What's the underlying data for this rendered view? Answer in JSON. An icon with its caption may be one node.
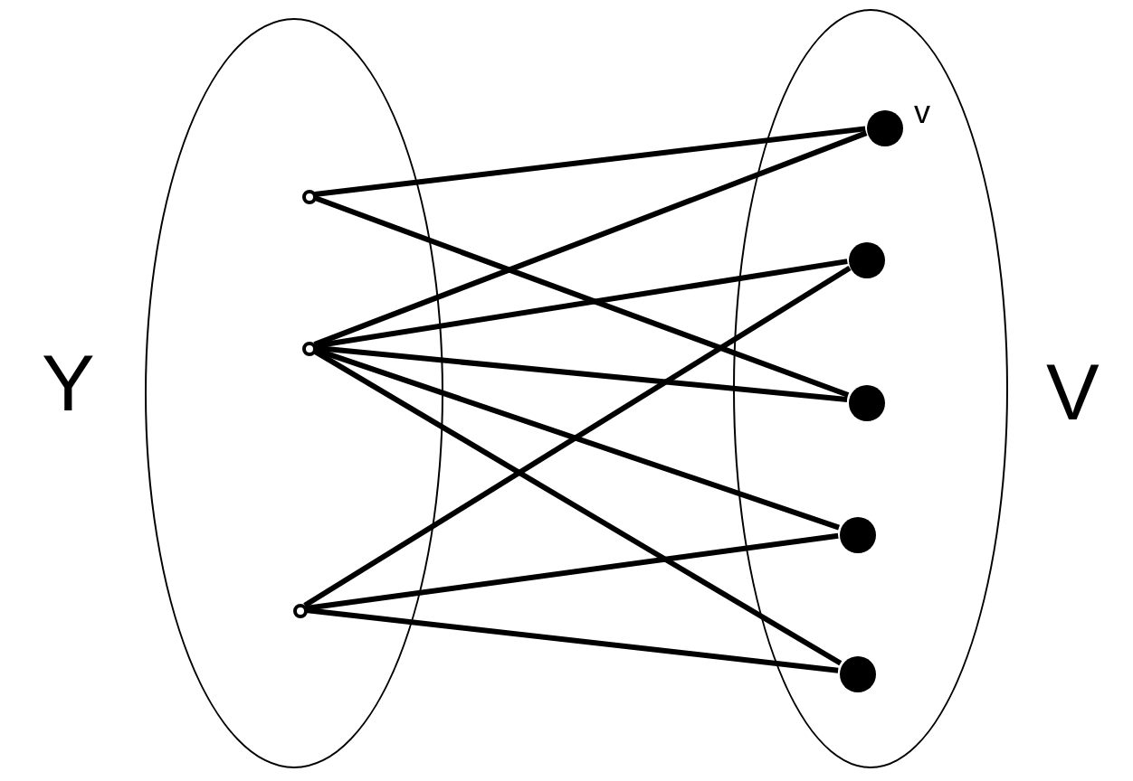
{
  "diagram": {
    "nodes": [
      {
        "text": [
          "Y"
        ]
      },
      {
        "text": [
          "V"
        ]
      },
      {
        "text": [],
        "shape": "circle",
        "in": 0
      },
      {
        "text": [],
        "shape": "circle",
        "in": 0
      },
      {
        "text": [],
        "shape": "circle",
        "in": 0
      },
      {
        "text": [],
        "shape": "circle",
        "in": 1,
        "beside": [
          "v"
        ]
      },
      {
        "text": [],
        "shape": "circle",
        "in": 1
      },
      {
        "text": [],
        "shape": "circle",
        "in": 1
      },
      {
        "text": [],
        "shape": "circle",
        "in": 1
      },
      {
        "text": [],
        "shape": "circle",
        "in": 1
      }
    ],
    "edges": [
      {
        "from": 2,
        "to": 5,
        "arrow": "none"
      },
      {
        "from": 2,
        "to": 7,
        "arrow": "none"
      },
      {
        "from": 3,
        "to": 5,
        "arrow": "none"
      },
      {
        "from": 3,
        "to": 6,
        "arrow": "none"
      },
      {
        "from": 3,
        "to": 7,
        "arrow": "none"
      },
      {
        "from": 3,
        "to": 8,
        "arrow": "none"
      },
      {
        "from": 3,
        "to": 9,
        "arrow": "none"
      },
      {
        "from": 4,
        "to": 6,
        "arrow": "none"
      },
      {
        "from": 4,
        "to": 8,
        "arrow": "none"
      },
      {
        "from": 4,
        "to": 9,
        "arrow": "none"
      }
    ]
  }
}
